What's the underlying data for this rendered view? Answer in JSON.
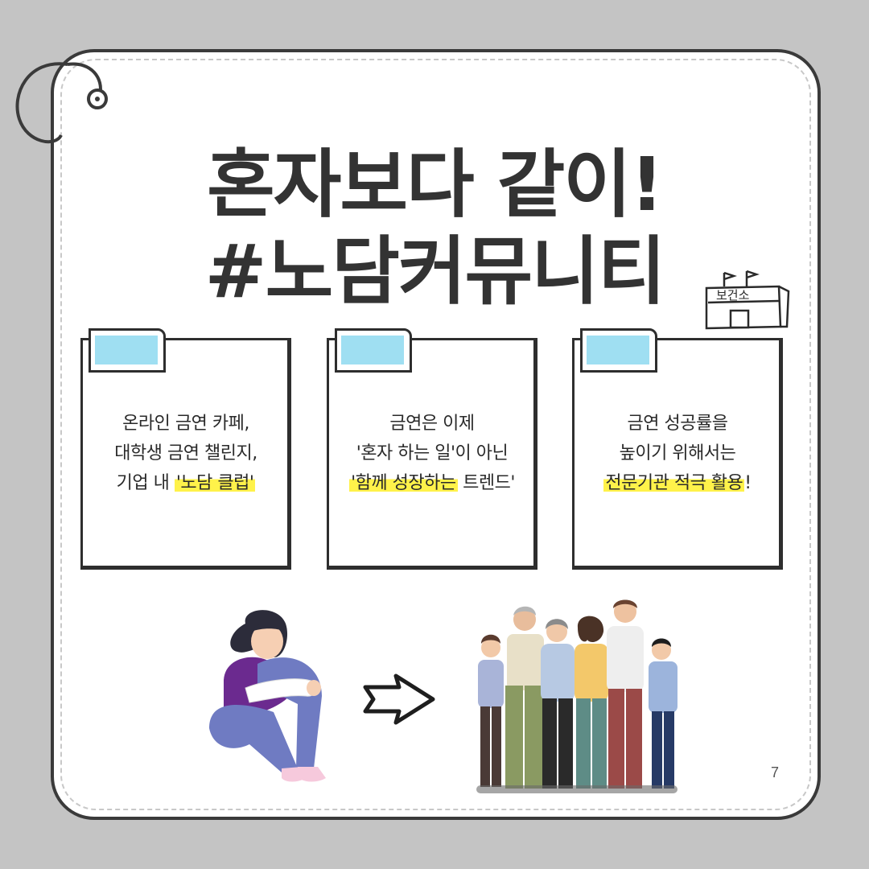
{
  "title": {
    "line1": "혼자보다 같이!",
    "line2": "#노담커뮤니티"
  },
  "health_center_icon": {
    "label": "보건소"
  },
  "notes": [
    {
      "lines": [
        "온라인 금연 카페,",
        "대학생 금연 챌린지,"
      ],
      "line3_prefix": "기업 내 ",
      "line3_highlight": "'노담 클럽'",
      "line3_suffix": ""
    },
    {
      "lines": [
        "금연은 이제",
        "'혼자 하는 일'이 아닌"
      ],
      "line3_prefix": "",
      "line3_highlight": "'함께 성장하는",
      "line3_suffix": " 트렌드'"
    },
    {
      "lines": [
        "금연 성공률을",
        "높이기 위해서는"
      ],
      "line3_prefix": "",
      "line3_highlight": "전문기관 적극 활용",
      "line3_suffix": "!"
    }
  ],
  "page_number": "7",
  "colors": {
    "background": "#c4c4c4",
    "card": "#ffffff",
    "outline": "#3a3a3a",
    "tab_fill": "#9fdff2",
    "highlight": "#fff24a"
  },
  "icons": [
    "binder-ring-icon",
    "health-center-icon",
    "sad-person-illustration",
    "right-arrow-icon",
    "family-group-illustration"
  ]
}
